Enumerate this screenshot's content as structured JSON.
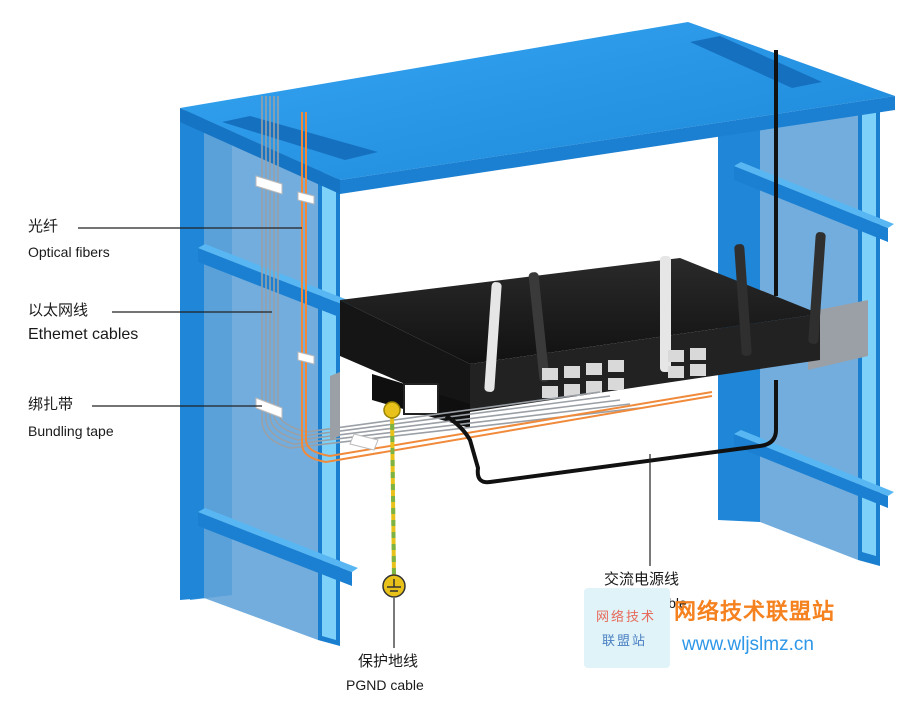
{
  "labels": {
    "optical_fibers": {
      "zh": "光纤",
      "en": "Optical fibers"
    },
    "ethernet_cables": {
      "zh": "以太网线",
      "en": "Ethemet cables"
    },
    "bundling_tape": {
      "zh": "绑扎带",
      "en": "Bundling tape"
    },
    "pgnd_cable": {
      "zh": "保护地线",
      "en": "PGND cable"
    },
    "ac_power_cable": {
      "zh": "交流电源线",
      "en": "AC power cable"
    }
  },
  "watermark": {
    "logo_line1": "网络技术",
    "logo_line2": "联盟站",
    "name": "网络技术联盟站",
    "url": "www.wljslmz.cn"
  },
  "colors": {
    "rack_blue": "#1f8fdd",
    "rack_top": "#2a9ef0",
    "rack_light": "#6fc8f5",
    "device_dark": "#1c1c1c",
    "fiber_orange": "#f08a3a",
    "ground_green": "#7cb342",
    "ground_yellow": "#e8c21a",
    "watermark_orange": "#f5821f",
    "watermark_blue": "#2f97e8"
  }
}
